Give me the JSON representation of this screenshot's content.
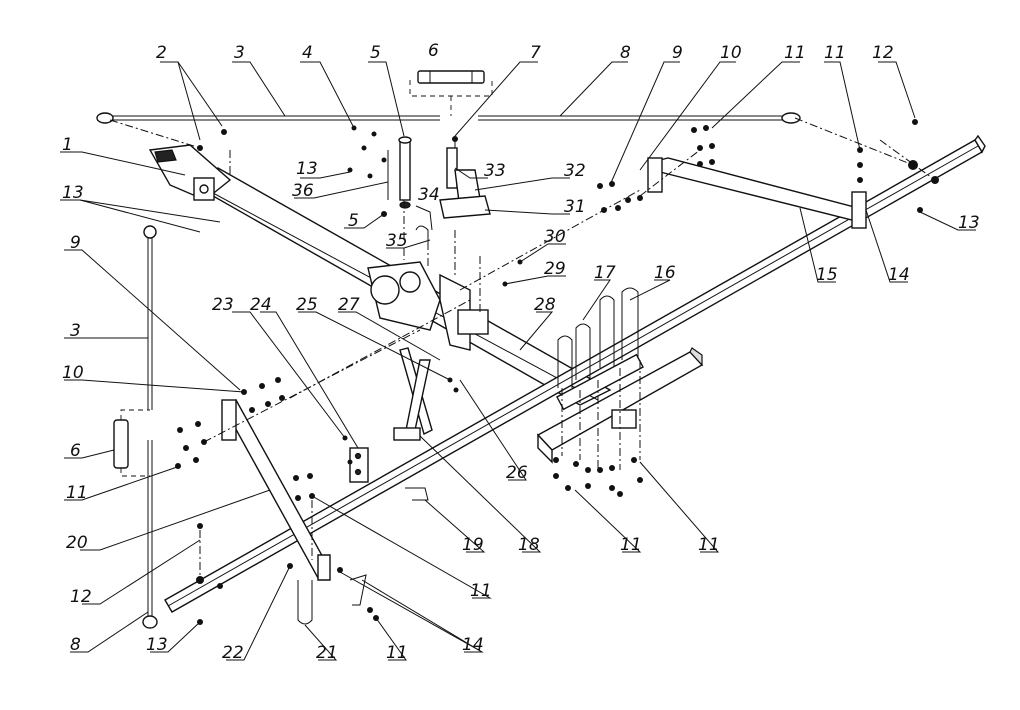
{
  "callouts": [
    {
      "id": "c1",
      "text": "1"
    },
    {
      "id": "c2",
      "text": "2"
    },
    {
      "id": "c3a",
      "text": "3"
    },
    {
      "id": "c4",
      "text": "4"
    },
    {
      "id": "c5a",
      "text": "5"
    },
    {
      "id": "c6a",
      "text": "6"
    },
    {
      "id": "c7",
      "text": "7"
    },
    {
      "id": "c8a",
      "text": "8"
    },
    {
      "id": "c9a",
      "text": "9"
    },
    {
      "id": "c10a",
      "text": "10"
    },
    {
      "id": "c11a",
      "text": "11"
    },
    {
      "id": "c11b",
      "text": "11"
    },
    {
      "id": "c12a",
      "text": "12"
    },
    {
      "id": "c13a",
      "text": "13"
    },
    {
      "id": "c36",
      "text": "36"
    },
    {
      "id": "c5b",
      "text": "5"
    },
    {
      "id": "c33",
      "text": "33"
    },
    {
      "id": "c32",
      "text": "32"
    },
    {
      "id": "c34",
      "text": "34"
    },
    {
      "id": "c31",
      "text": "31"
    },
    {
      "id": "c35",
      "text": "35"
    },
    {
      "id": "c30",
      "text": "30"
    },
    {
      "id": "c29",
      "text": "29"
    },
    {
      "id": "c13b",
      "text": "13"
    },
    {
      "id": "c13c",
      "text": "13"
    },
    {
      "id": "c15",
      "text": "15"
    },
    {
      "id": "c14a",
      "text": "14"
    },
    {
      "id": "c9b",
      "text": "9"
    },
    {
      "id": "c3b",
      "text": "3"
    },
    {
      "id": "c10b",
      "text": "10"
    },
    {
      "id": "c6b",
      "text": "6"
    },
    {
      "id": "c11c",
      "text": "11"
    },
    {
      "id": "c20",
      "text": "20"
    },
    {
      "id": "c12b",
      "text": "12"
    },
    {
      "id": "c8b",
      "text": "8"
    },
    {
      "id": "c13d",
      "text": "13"
    },
    {
      "id": "c22",
      "text": "22"
    },
    {
      "id": "c21",
      "text": "21"
    },
    {
      "id": "c11d",
      "text": "11"
    },
    {
      "id": "c14b",
      "text": "14"
    },
    {
      "id": "c11e",
      "text": "11"
    },
    {
      "id": "c19",
      "text": "19"
    },
    {
      "id": "c18",
      "text": "18"
    },
    {
      "id": "c26",
      "text": "26"
    },
    {
      "id": "c23",
      "text": "23"
    },
    {
      "id": "c24",
      "text": "24"
    },
    {
      "id": "c25",
      "text": "25"
    },
    {
      "id": "c27",
      "text": "27"
    },
    {
      "id": "c28",
      "text": "28"
    },
    {
      "id": "c17",
      "text": "17"
    },
    {
      "id": "c16",
      "text": "16"
    },
    {
      "id": "c11f",
      "text": "11"
    },
    {
      "id": "c11g",
      "text": "11"
    }
  ]
}
